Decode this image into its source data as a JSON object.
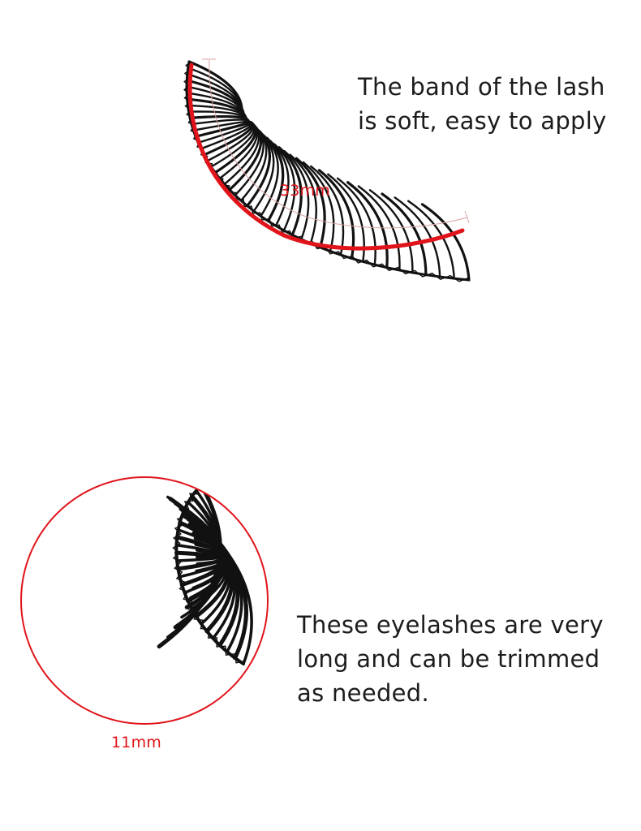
{
  "captions": {
    "band": "The band of the lash\nis soft,  easy to apply",
    "trim": "These eyelashes are very\nlong and can be trimmed\nas needed."
  },
  "measurements": {
    "band_length": "33mm",
    "lash_length": "11mm"
  },
  "colors": {
    "accent_red": "#e0141a",
    "lash_black": "#111111",
    "guide_pink": "#d9a0a0"
  }
}
